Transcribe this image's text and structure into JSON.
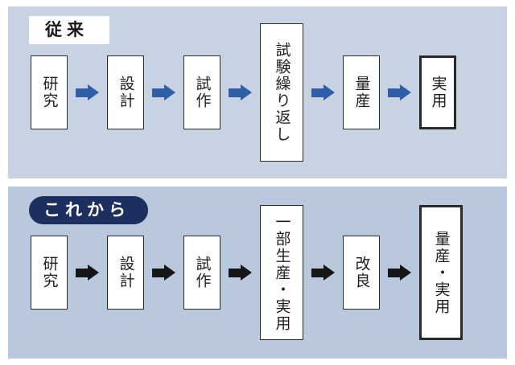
{
  "colors": {
    "top_panel_bg": "#c7d3e3",
    "bottom_panel_bg": "#b9c8dc",
    "top_arrow": "#2e5fa8",
    "bottom_arrow": "#161616",
    "label_pill_bg": "#1c2f5e",
    "box_bg": "#ffffff",
    "box_border": "#2a2a2a"
  },
  "conventional": {
    "label": "従来",
    "steps": [
      "研究",
      "設計",
      "試作",
      "試験繰り返し",
      "量産",
      "実用"
    ]
  },
  "future": {
    "label": "これから",
    "steps": [
      "研究",
      "設計",
      "試作",
      "一部生産・実用",
      "改良",
      "量産・実用"
    ]
  }
}
